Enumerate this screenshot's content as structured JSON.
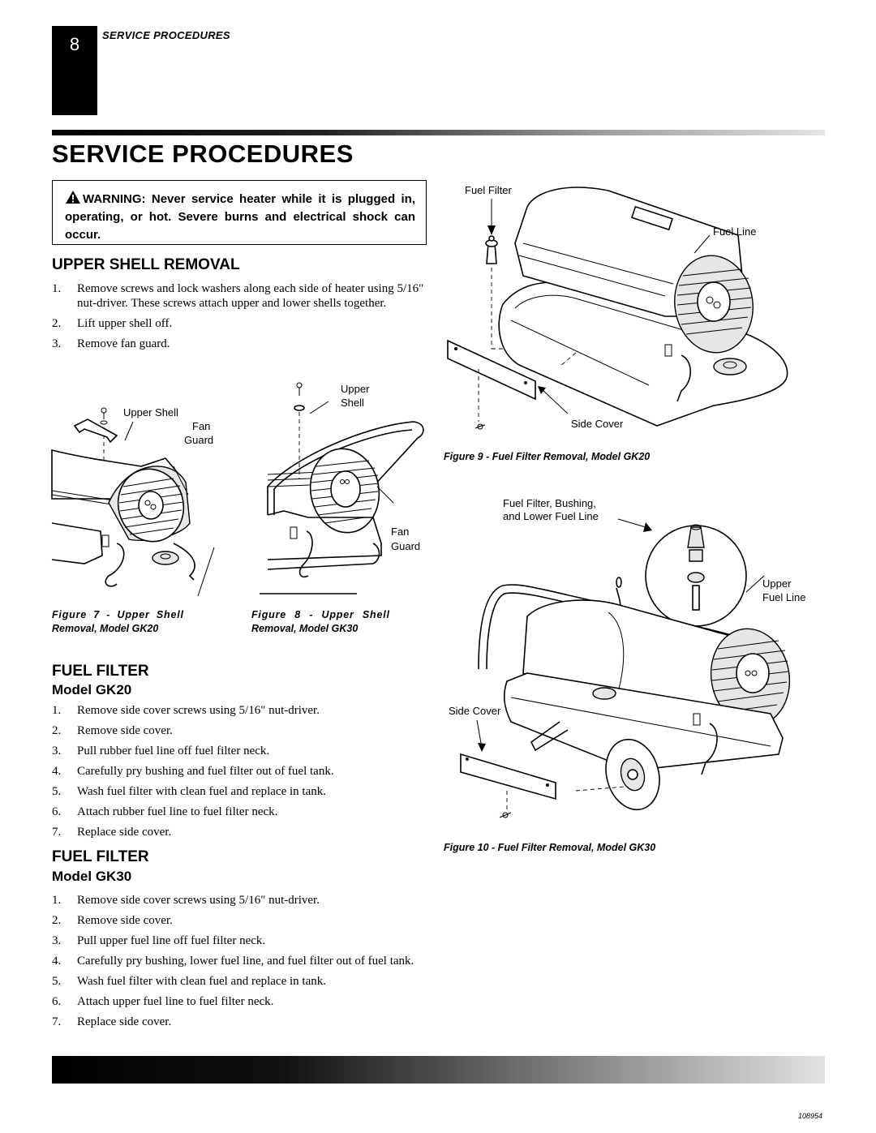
{
  "page": {
    "number": "8",
    "running_head": "SERVICE PROCEDURES",
    "title": "SERVICE PROCEDURES",
    "doc_code": "108954"
  },
  "warning": {
    "icon": "warning-triangle-icon",
    "text": "WARNING: Never service heater while it is plugged in, operating, or hot. Severe burns and electrical shock can occur."
  },
  "upper_shell": {
    "heading": "UPPER SHELL REMOVAL",
    "steps": [
      {
        "n": "1.",
        "text": "Remove screws and lock washers along each side of heater using 5/16\" nut-driver. These screws attach upper and lower shells together."
      },
      {
        "n": "2.",
        "text": "Lift upper shell off."
      },
      {
        "n": "3.",
        "text": "Remove fan guard."
      }
    ]
  },
  "figures": {
    "fig7": {
      "labels": {
        "upper_shell": "Upper Shell",
        "fan": "Fan",
        "guard": "Guard"
      },
      "caption_line1": "Figure 7 - Upper Shell",
      "caption_line2": "Removal, Model GK20"
    },
    "fig8": {
      "labels": {
        "upper": "Upper",
        "shell": "Shell",
        "fan": "Fan",
        "guard": "Guard"
      },
      "caption_line1": "Figure 8 - Upper Shell",
      "caption_line2": "Removal, Model GK30"
    },
    "fig9": {
      "labels": {
        "fuel_filter": "Fuel Filter",
        "fuel_line": "Fuel Line",
        "side_cover": "Side Cover"
      },
      "caption": "Figure 9 - Fuel Filter Removal, Model GK20"
    },
    "fig10": {
      "labels": {
        "filter_line1": "Fuel Filter, Bushing,",
        "filter_line2": "and Lower Fuel Line",
        "upper": "Upper",
        "fuel_line": "Fuel Line",
        "side_cover": "Side Cover"
      },
      "caption": "Figure 10 - Fuel Filter Removal, Model GK30"
    }
  },
  "fuel_filter_gk20": {
    "heading": "FUEL FILTER",
    "subheading": "Model GK20",
    "steps": [
      {
        "n": "1.",
        "text": "Remove side cover screws using 5/16\" nut-driver."
      },
      {
        "n": "2.",
        "text": "Remove side cover."
      },
      {
        "n": "3.",
        "text": "Pull rubber fuel line off fuel filter neck."
      },
      {
        "n": "4.",
        "text": "Carefully pry bushing and fuel filter out of fuel tank."
      },
      {
        "n": "5.",
        "text": "Wash fuel filter with clean fuel and replace in tank."
      },
      {
        "n": "6.",
        "text": "Attach rubber fuel line to fuel filter neck."
      },
      {
        "n": "7.",
        "text": "Replace side cover."
      }
    ]
  },
  "fuel_filter_gk30": {
    "heading": "FUEL FILTER",
    "subheading": "Model GK30",
    "steps": [
      {
        "n": "1.",
        "text": "Remove side cover screws using 5/16\" nut-driver."
      },
      {
        "n": "2.",
        "text": "Remove side cover."
      },
      {
        "n": "3.",
        "text": "Pull upper fuel line off fuel filter neck."
      },
      {
        "n": "4.",
        "text": "Carefully pry bushing, lower fuel line, and fuel filter out of fuel tank."
      },
      {
        "n": "5.",
        "text": "Wash fuel filter with clean fuel and replace in tank."
      },
      {
        "n": "6.",
        "text": "Attach upper fuel line to fuel filter neck."
      },
      {
        "n": "7.",
        "text": "Replace side cover."
      }
    ]
  }
}
